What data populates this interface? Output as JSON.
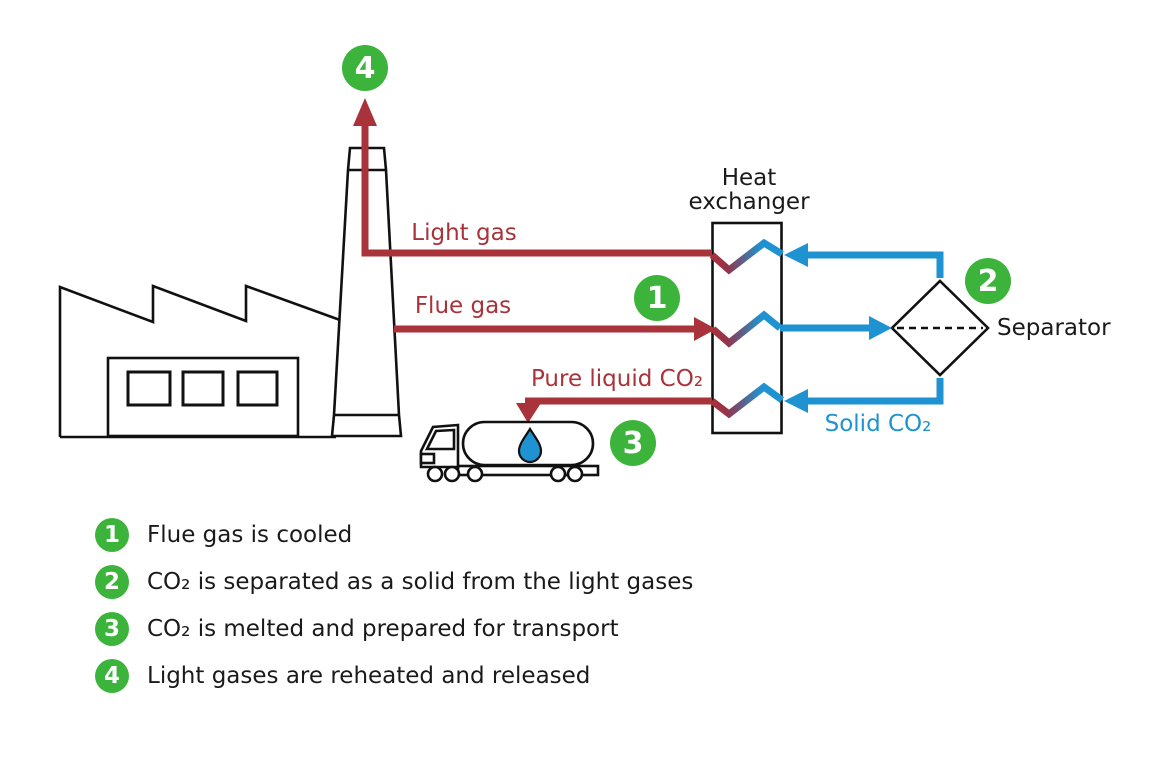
{
  "colors": {
    "hot_stream_red": "#a8333a",
    "cold_stream_blue": "#1f93d1",
    "step_green": "#3cb43c",
    "ink": "#1a1a1a"
  },
  "diagram": {
    "flow_labels": {
      "light_gas": "Light gas",
      "flue_gas": "Flue gas",
      "pure_liquid_co2": "Pure liquid CO₂",
      "solid_co2": "Solid CO₂"
    },
    "equipment_labels": {
      "heat_exchanger_line1": "Heat",
      "heat_exchanger_line2": "exchanger",
      "separator": "Separator"
    },
    "step_markers": [
      {
        "number": "1"
      },
      {
        "number": "2"
      },
      {
        "number": "3"
      },
      {
        "number": "4"
      }
    ]
  },
  "legend": {
    "items": [
      {
        "number": "1",
        "text": "Flue gas is cooled"
      },
      {
        "number": "2",
        "text": "CO₂ is separated as a solid from the light gases"
      },
      {
        "number": "3",
        "text": "CO₂ is melted and prepared for transport"
      },
      {
        "number": "4",
        "text": "Light gases are reheated and released"
      }
    ]
  }
}
